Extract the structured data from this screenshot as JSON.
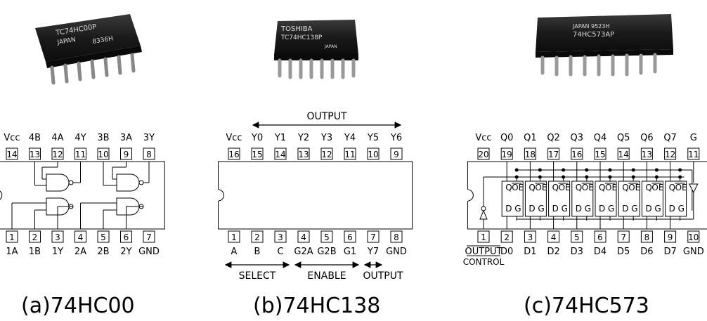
{
  "panels": [
    {
      "id": "a",
      "chip_marking": [
        "TC74HC00P",
        "JAPAN",
        "8336H"
      ],
      "caption": "(a)74HC00",
      "top_pins": [
        {
          "name": "Vcc",
          "num": "14"
        },
        {
          "name": "4B",
          "num": "13"
        },
        {
          "name": "4A",
          "num": "12"
        },
        {
          "name": "4Y",
          "num": "11"
        },
        {
          "name": "3B",
          "num": "10"
        },
        {
          "name": "3A",
          "num": "9"
        },
        {
          "name": "3Y",
          "num": "8"
        }
      ],
      "bottom_pins": [
        {
          "name": "1A",
          "num": "1"
        },
        {
          "name": "1B",
          "num": "2"
        },
        {
          "name": "1Y",
          "num": "3"
        },
        {
          "name": "2A",
          "num": "4"
        },
        {
          "name": "2B",
          "num": "5"
        },
        {
          "name": "2Y",
          "num": "6"
        },
        {
          "name": "GND",
          "num": "7"
        }
      ]
    },
    {
      "id": "b",
      "chip_marking": [
        "TOSHIBA",
        "TC74HC138P",
        "JAPAN"
      ],
      "caption": "(b)74HC138",
      "top_label": "OUTPUT",
      "top_pins": [
        {
          "name": "Vcc",
          "num": "16"
        },
        {
          "name": "Y0",
          "num": "15"
        },
        {
          "name": "Y1",
          "num": "14"
        },
        {
          "name": "Y2",
          "num": "13"
        },
        {
          "name": "Y3",
          "num": "12"
        },
        {
          "name": "Y4",
          "num": "11"
        },
        {
          "name": "Y5",
          "num": "10"
        },
        {
          "name": "Y6",
          "num": "9"
        }
      ],
      "bottom_pins": [
        {
          "name": "A",
          "num": "1"
        },
        {
          "name": "B",
          "num": "2"
        },
        {
          "name": "C",
          "num": "3"
        },
        {
          "name": "G2A",
          "num": "4"
        },
        {
          "name": "G2B",
          "num": "5"
        },
        {
          "name": "G1",
          "num": "6"
        },
        {
          "name": "Y7",
          "num": "7"
        },
        {
          "name": "GND",
          "num": "8"
        }
      ],
      "bottom_labels": [
        "SELECT",
        "ENABLE",
        "OUTPUT"
      ]
    },
    {
      "id": "c",
      "chip_marking": [
        "JAPAN 9523H",
        "74HC573AP"
      ],
      "caption": "(c)74HC573",
      "top_pins": [
        {
          "name": "Vcc",
          "num": "20"
        },
        {
          "name": "Q0",
          "num": "19"
        },
        {
          "name": "Q1",
          "num": "18"
        },
        {
          "name": "Q2",
          "num": "17"
        },
        {
          "name": "Q3",
          "num": "16"
        },
        {
          "name": "Q4",
          "num": "15"
        },
        {
          "name": "Q5",
          "num": "14"
        },
        {
          "name": "Q6",
          "num": "13"
        },
        {
          "name": "Q7",
          "num": "12"
        },
        {
          "name": "G",
          "num": "11"
        }
      ],
      "bottom_pins": [
        {
          "name": "",
          "num": "1"
        },
        {
          "name": "D0",
          "num": "2"
        },
        {
          "name": "D1",
          "num": "3"
        },
        {
          "name": "D2",
          "num": "4"
        },
        {
          "name": "D3",
          "num": "5"
        },
        {
          "name": "D4",
          "num": "6"
        },
        {
          "name": "D5",
          "num": "7"
        },
        {
          "name": "D6",
          "num": "8"
        },
        {
          "name": "D7",
          "num": "9"
        },
        {
          "name": "GND",
          "num": "10"
        }
      ],
      "output_control": [
        "OUTPUT",
        "CONTROL"
      ],
      "latch_labels": {
        "q": "Q",
        "oe": "OE",
        "d": "D",
        "g": "G"
      }
    }
  ]
}
